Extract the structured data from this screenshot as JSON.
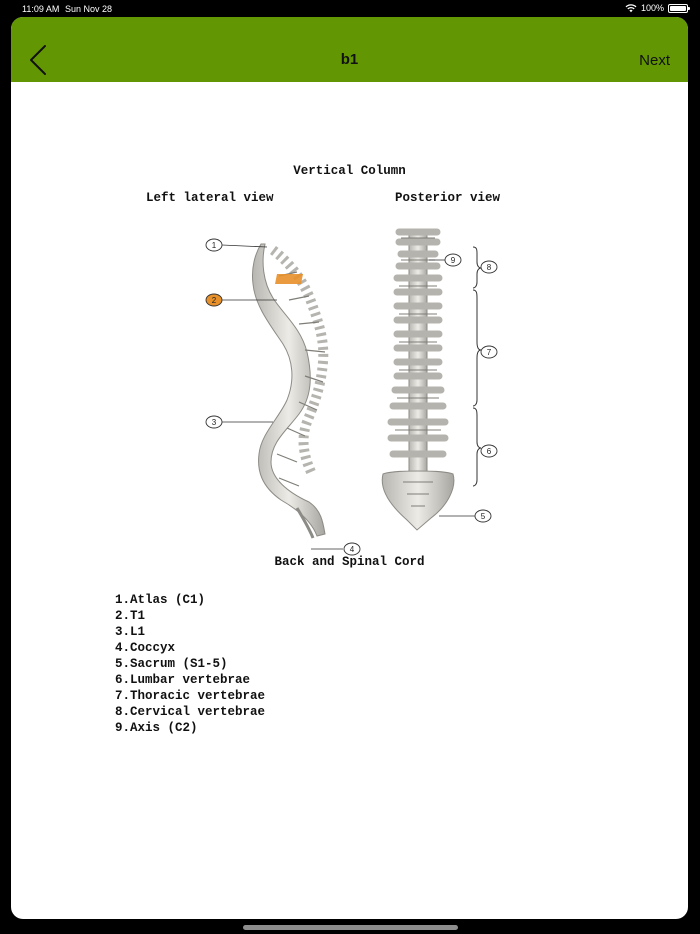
{
  "status_bar": {
    "time": "11:09 AM",
    "date": "Sun Nov 28",
    "battery": "100%",
    "battery_level": 1.0
  },
  "nav": {
    "title": "b1",
    "next_label": "Next",
    "back_icon": "chevron-left-icon"
  },
  "figure": {
    "title": "Vertical Column",
    "left_view": "Left lateral view",
    "right_view": "Posterior view",
    "caption": "Back and Spinal Cord",
    "callouts": [
      "1",
      "2",
      "3",
      "4",
      "5",
      "6",
      "7",
      "8",
      "9"
    ],
    "highlight_color": "#e8902a"
  },
  "legend": [
    "1.Atlas (C1)",
    "2.T1",
    "3.L1",
    "4.Coccyx",
    "5.Sacrum (S1-5)",
    "6.Lumbar vertebrae",
    "7.Thoracic vertebrae",
    "8.Cervical vertebrae",
    "9.Axis (C2)"
  ],
  "colors": {
    "nav_bar": "#629703",
    "bone": "#dedcd6",
    "bone_shade": "#9c9a94"
  }
}
